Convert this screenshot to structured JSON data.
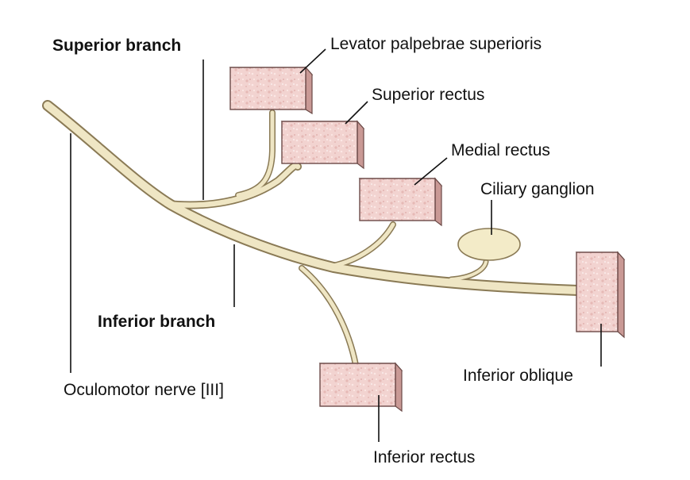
{
  "labels": {
    "superior_branch": "Superior branch",
    "levator": "Levator palpebrae superioris",
    "superior_rectus": "Superior rectus",
    "medial_rectus": "Medial rectus",
    "ciliary_ganglion": "Ciliary ganglion",
    "inferior_branch": "Inferior branch",
    "inferior_oblique": "Inferior oblique",
    "oculomotor_nerve": "Oculomotor nerve [III]",
    "inferior_rectus": "Inferior rectus"
  },
  "colors": {
    "nerve_fill": "#efe6c4",
    "nerve_outline": "#8a7a55",
    "muscle_face": "#f2d3d0",
    "muscle_edge": "#6b4a47",
    "ganglion_fill": "#f3ebc8",
    "text": "#111111"
  }
}
